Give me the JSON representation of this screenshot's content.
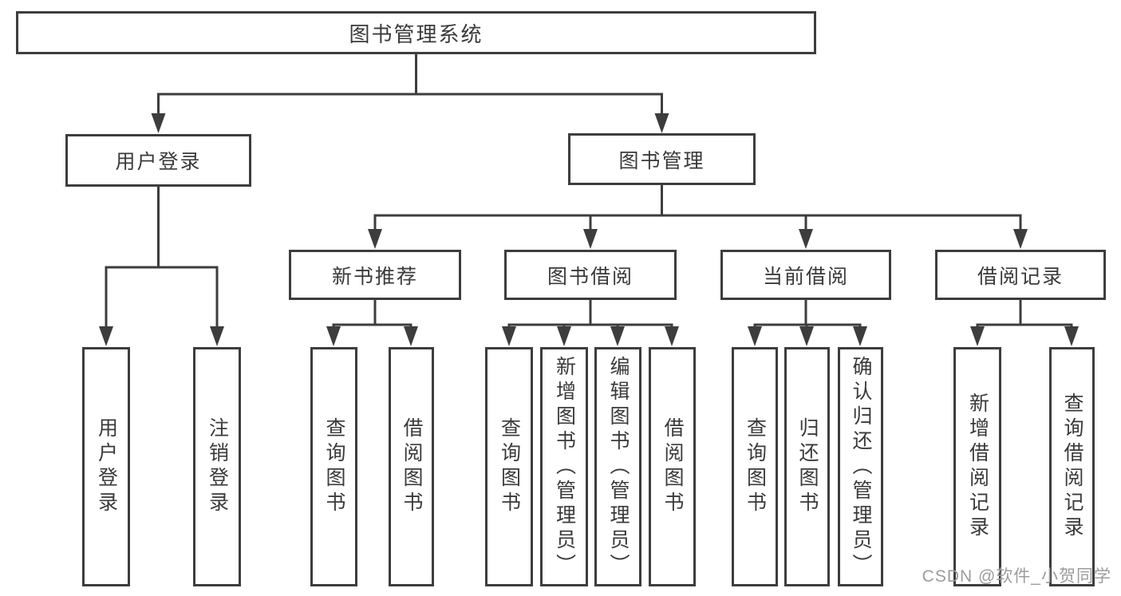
{
  "diagram": {
    "root": {
      "label": "图书管理系统"
    },
    "level2": [
      {
        "label": "用户登录"
      },
      {
        "label": "图书管理"
      }
    ],
    "level3": [
      {
        "label": "新书推荐"
      },
      {
        "label": "图书借阅"
      },
      {
        "label": "当前借阅"
      },
      {
        "label": "借阅记录"
      }
    ],
    "leaves": [
      {
        "label": "用户登录"
      },
      {
        "label": "注销登录"
      },
      {
        "label": "查询图书"
      },
      {
        "label": "借阅图书"
      },
      {
        "label": "查询图书"
      },
      {
        "label": "新增图书（管理员）"
      },
      {
        "label": "编辑图书（管理员）"
      },
      {
        "label": "借阅图书"
      },
      {
        "label": "查询图书"
      },
      {
        "label": "归还图书"
      },
      {
        "label": "确认归还（管理员）"
      },
      {
        "label": "新增借阅记录"
      },
      {
        "label": "查询借阅记录"
      }
    ]
  },
  "watermark": {
    "text": "CSDN @软件_小贺同学"
  },
  "colors": {
    "line": "#3d3d3d",
    "box_border": "#3d3d3d",
    "text": "#3a3a3a",
    "watermark": "#9c9c9c",
    "background": "#ffffff"
  }
}
